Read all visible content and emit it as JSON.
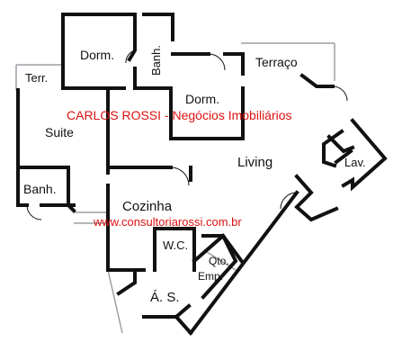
{
  "colors": {
    "wall": "#111111",
    "watermark": "#dd1111",
    "grey": "#9aa0a6",
    "background": "#ffffff"
  },
  "rooms": {
    "dorm1": "Dorm.",
    "banh1": "Banh.",
    "terr": "Terr.",
    "terraco": "Terraço",
    "dorm2": "Dorm.",
    "suite": "Suite",
    "living": "Living",
    "lav": "Lav.",
    "banh2": "Banh.",
    "cozinha": "Cozinha",
    "wc": "W.C.",
    "qto_line1": "Qto.",
    "qto_line2": "Emp.",
    "as": "Á. S."
  },
  "watermark": {
    "name": "CARLOS ROSSI - Negócios Imobiliários",
    "site": "www.consultoriarossi.com.br"
  }
}
